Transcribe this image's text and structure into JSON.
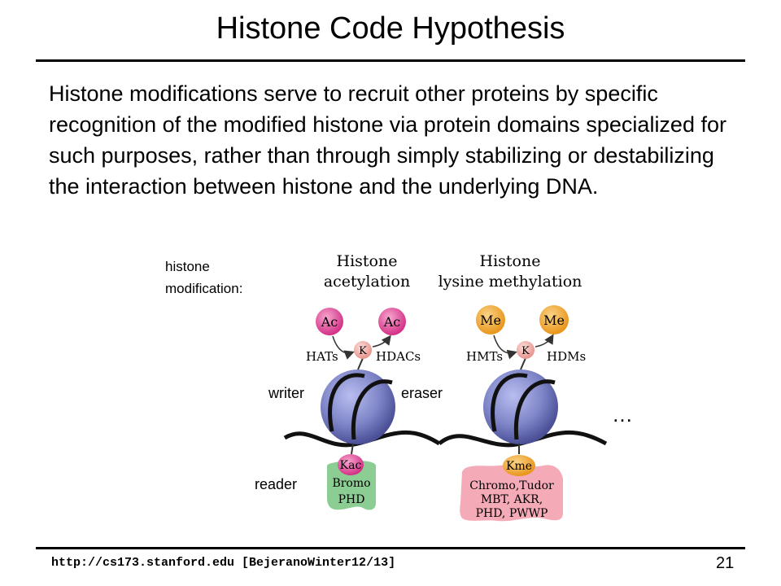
{
  "slide": {
    "title": "Histone Code Hypothesis",
    "body": "Histone modifications serve to recruit other proteins by specific recognition of the modified histone via protein domains specialized for such purposes, rather than through simply stabilizing or destabilizing the interaction between histone and the underlying DNA."
  },
  "diagram": {
    "left_label_line1": "histone",
    "left_label_line2": "modification:",
    "acetylation_title_line1": "Histone",
    "acetylation_title_line2": "acetylation",
    "methylation_title_line1": "Histone",
    "methylation_title_line2": "lysine methylation",
    "ac_left": "Ac",
    "ac_right": "Ac",
    "k_left": "K",
    "hats": "HATs",
    "hdacs": "HDACs",
    "me_left": "Me",
    "me_right": "Me",
    "k_right": "K",
    "hmts": "HMTs",
    "hdms": "HDMs",
    "writer": "writer",
    "eraser": "eraser",
    "reader": "reader",
    "ellipsis": "…",
    "kac": "Kac",
    "bromo_line1": "Bromo",
    "bromo_line2": "PHD",
    "kme": "Kme",
    "chromo_line1": "Chromo,Tudor",
    "chromo_line2": "MBT, AKR,",
    "chromo_line3": "PHD, PWWP"
  },
  "footer": {
    "url": "http://cs173.stanford.edu [BejeranoWinter12/13]",
    "page": "21"
  },
  "colors": {
    "nucleosome": "#7f86c8",
    "acetyl": "#e5489a",
    "methyl": "#f3a51f",
    "lysine": "#f2b9b4",
    "bromo_reader": "#8ccd93",
    "chromo_reader": "#f5aab7"
  }
}
